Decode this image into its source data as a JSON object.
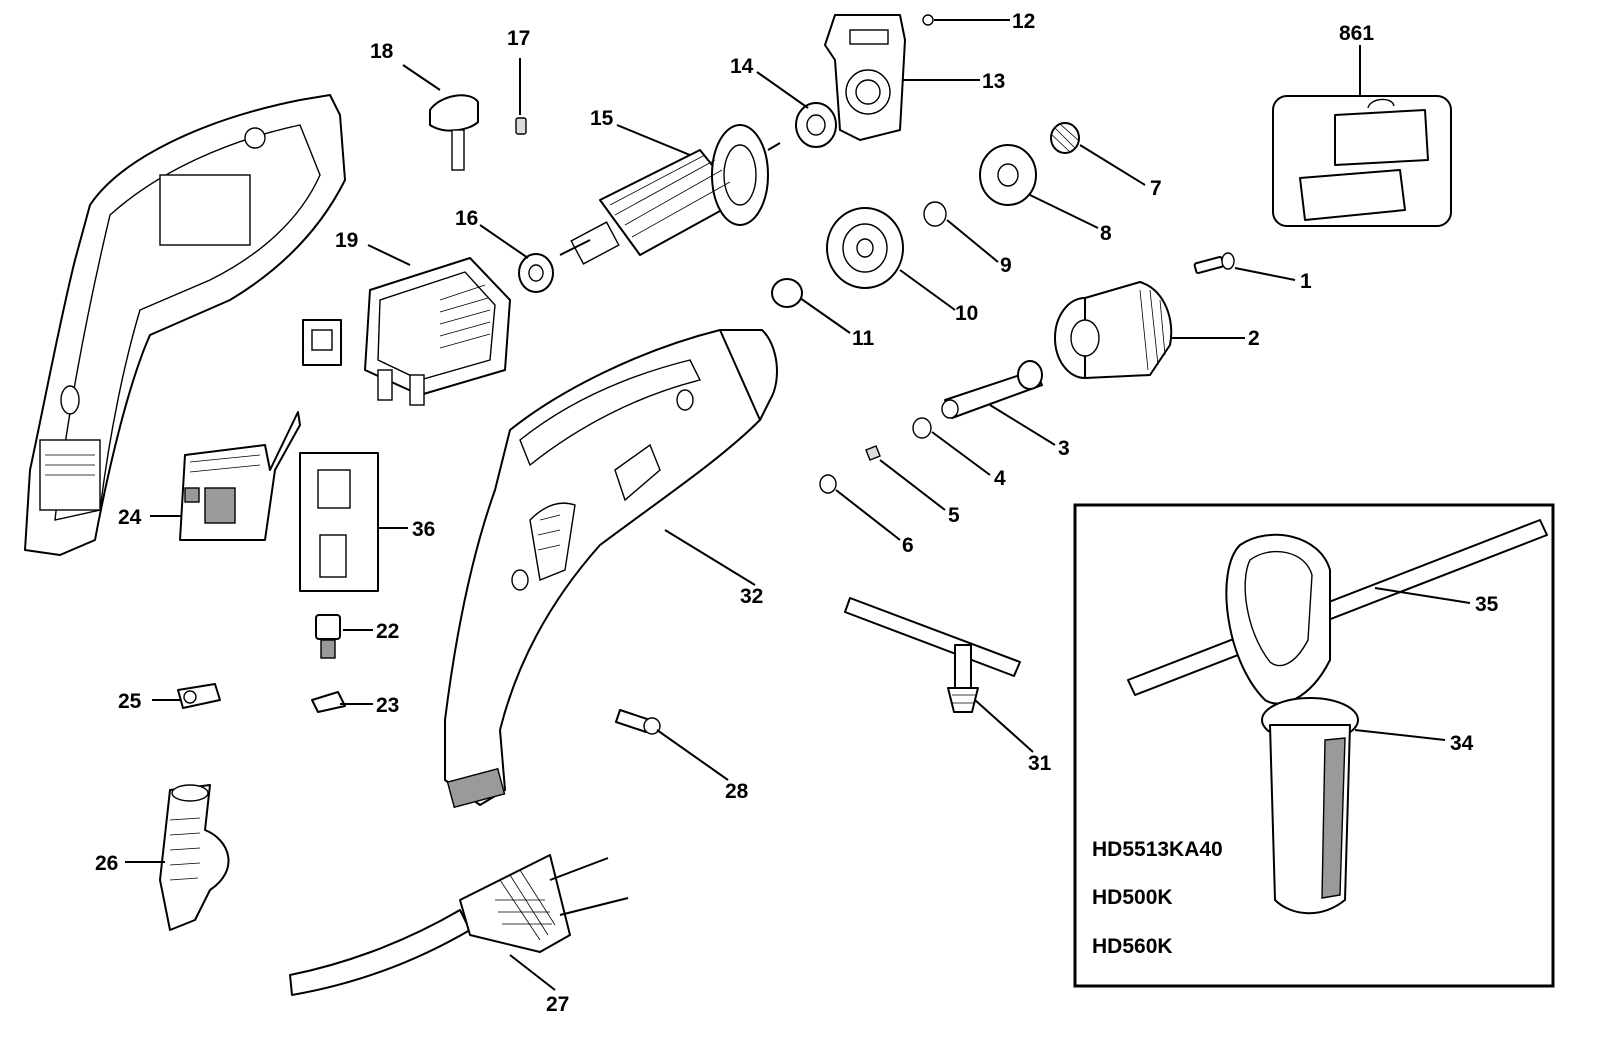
{
  "diagram": {
    "callouts": {
      "c1": "1",
      "c2": "2",
      "c3": "3",
      "c4": "4",
      "c5": "5",
      "c6": "6",
      "c7": "7",
      "c8": "8",
      "c9": "9",
      "c10": "10",
      "c11": "11",
      "c12": "12",
      "c13": "13",
      "c14": "14",
      "c15": "15",
      "c16": "16",
      "c17": "17",
      "c18": "18",
      "c19": "19",
      "c22": "22",
      "c23": "23",
      "c24": "24",
      "c25": "25",
      "c26": "26",
      "c27": "27",
      "c28": "28",
      "c31": "31",
      "c32": "32",
      "c34": "34",
      "c35": "35",
      "c36": "36",
      "c861": "861"
    },
    "models": [
      "HD5513KA40",
      "HD500K",
      "HD560K"
    ]
  }
}
